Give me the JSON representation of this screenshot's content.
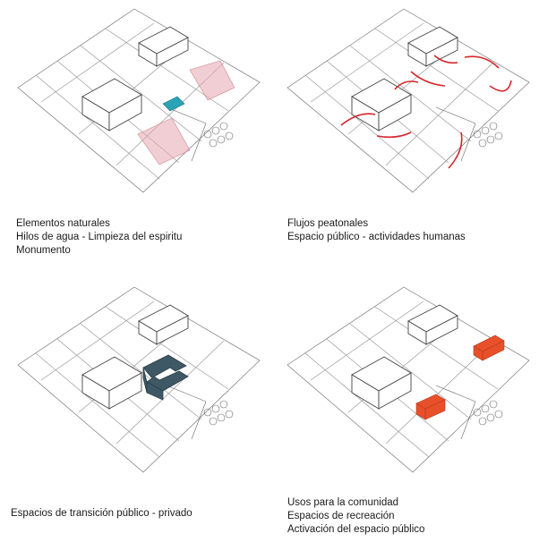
{
  "panels": [
    {
      "theme": "natural",
      "accent": "#2aa3b5",
      "hatch": "#e6a6b0",
      "captions": [
        "Elementos naturales",
        "Hilos de agua - Limpieza del espiritu",
        "Monumento"
      ]
    },
    {
      "theme": "flows",
      "accent": "#d4262c",
      "captions": [
        "Flujos peatonales",
        "Espacio público - actividades humanas"
      ]
    },
    {
      "theme": "transition",
      "accent": "#3f5866",
      "captions": [
        "Espacios de transición público - privado"
      ]
    },
    {
      "theme": "community",
      "accent": "#e8502a",
      "captions": [
        "Usos para la comunidad",
        "Espacios de recreación",
        "Activación del espacio público"
      ]
    }
  ]
}
